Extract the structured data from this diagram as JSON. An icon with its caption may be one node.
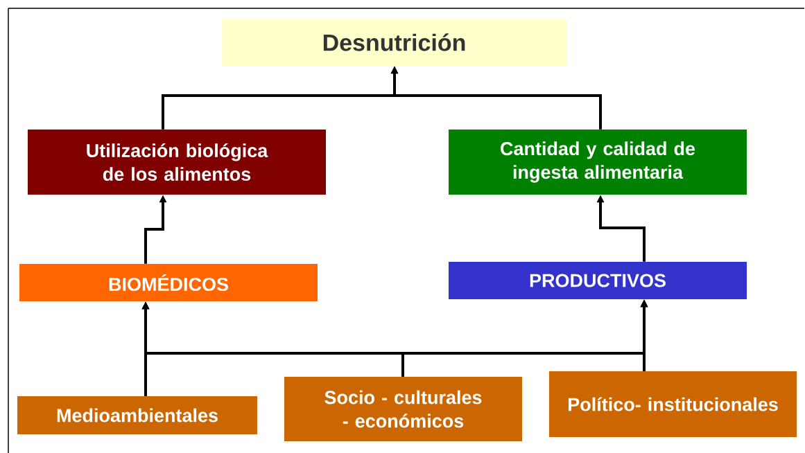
{
  "diagram": {
    "nodes": [
      {
        "text": [
          "Desnutrición"
        ]
      },
      {
        "text": [
          "Utilización biológica de los alimentos"
        ]
      },
      {
        "text": [
          "Cantidad y calidad de ingesta alimentaria"
        ]
      },
      {
        "text": [
          "BIOMÉDICOS"
        ]
      },
      {
        "text": [
          "PRODUCTIVOS"
        ]
      },
      {
        "text": [
          "Medioambientales"
        ]
      },
      {
        "text": [
          "Socio - culturales - económicos"
        ]
      },
      {
        "text": [
          "Político- institucionales"
        ]
      }
    ],
    "edges": [
      {
        "from": 1,
        "to": 0,
        "arrow": "to"
      },
      {
        "from": 2,
        "to": 0,
        "arrow": "to"
      },
      {
        "from": 3,
        "to": 1,
        "arrow": "to"
      },
      {
        "from": 4,
        "to": 2,
        "arrow": "to"
      },
      {
        "from": 5,
        "to": 3,
        "arrow": "to"
      },
      {
        "from": 5,
        "to": 4,
        "arrow": "to"
      },
      {
        "from": 6,
        "to": 3,
        "arrow": "to"
      },
      {
        "from": 6,
        "to": 4,
        "arrow": "to"
      },
      {
        "from": 7,
        "to": 3,
        "arrow": "to"
      },
      {
        "from": 7,
        "to": 4,
        "arrow": "to"
      }
    ]
  }
}
